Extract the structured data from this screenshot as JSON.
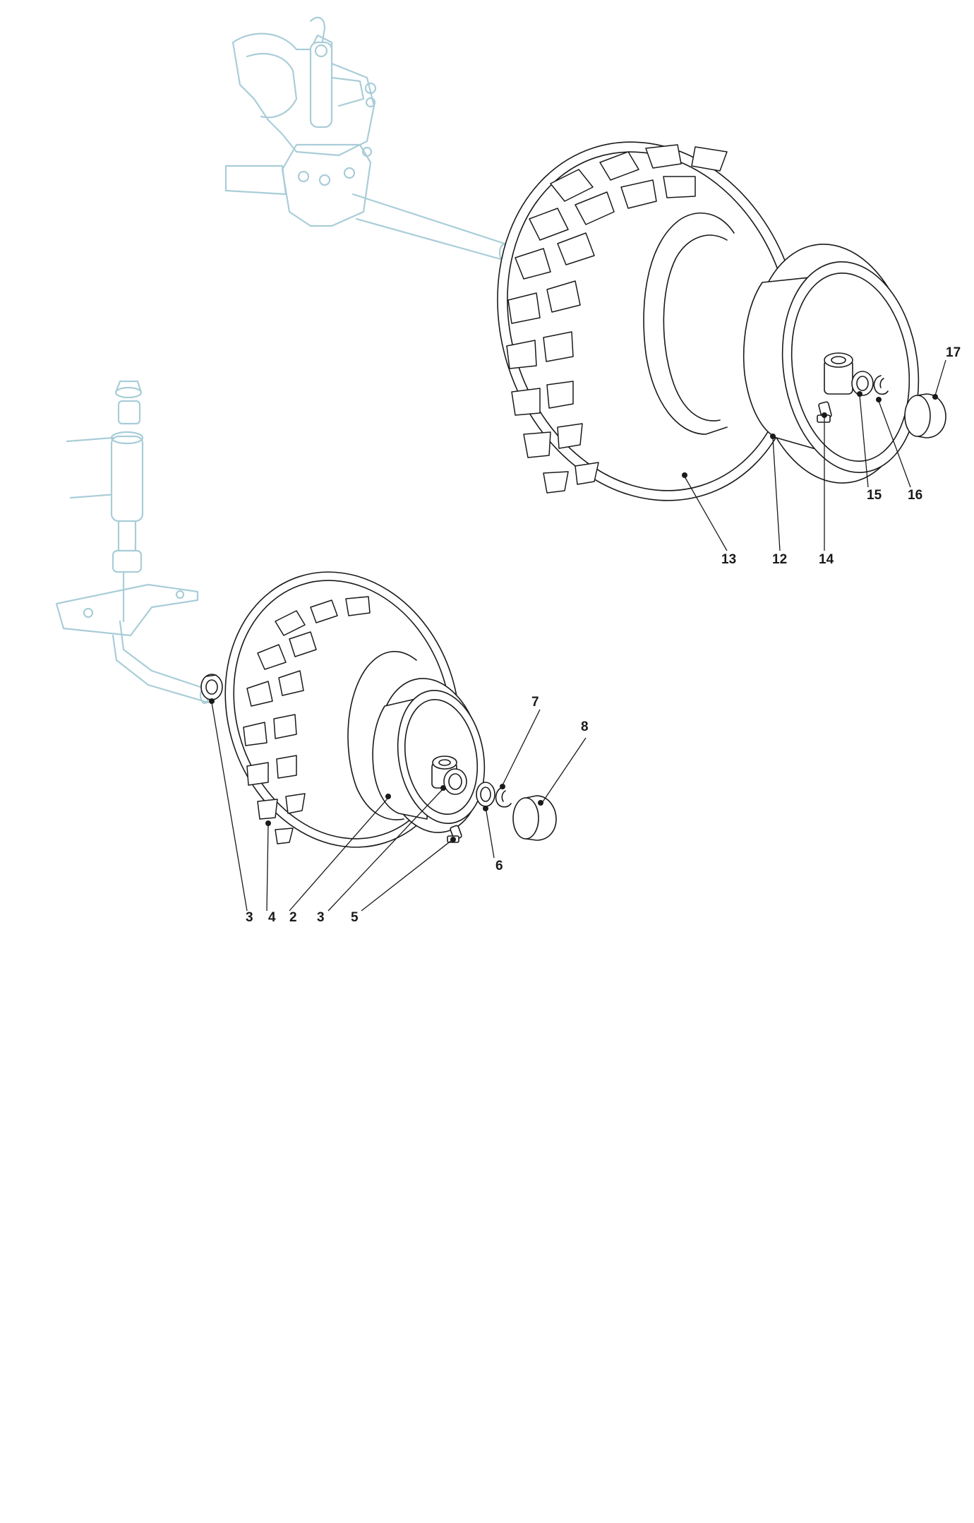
{
  "callouts": {
    "c2": "2",
    "c3a": "3",
    "c3b": "3",
    "c4": "4",
    "c5": "5",
    "c6": "6",
    "c7": "7",
    "c8": "8",
    "c12": "12",
    "c13": "13",
    "c14": "14",
    "c15": "15",
    "c16": "16",
    "c17": "17"
  },
  "colors": {
    "ink": "#1a1a1a",
    "ghost_context": "#a9cdd8",
    "background": "#ffffff"
  }
}
